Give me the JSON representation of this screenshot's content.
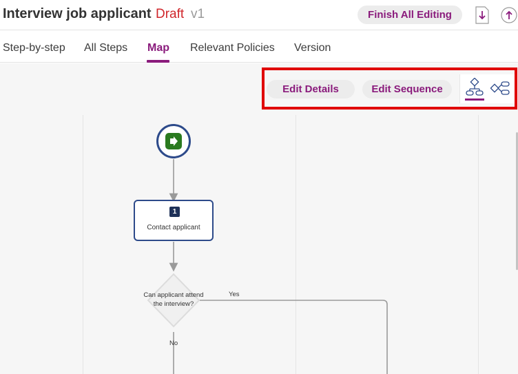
{
  "header": {
    "title": "Interview job applicant",
    "status": "Draft",
    "version": "v1",
    "finish_label": "Finish All Editing",
    "download_icon": "download-icon",
    "upload_icon": "upload-icon"
  },
  "tabs": [
    {
      "label": "Step-by-step",
      "active": false
    },
    {
      "label": "All Steps",
      "active": false
    },
    {
      "label": "Map",
      "active": true
    },
    {
      "label": "Relevant Policies",
      "active": false
    },
    {
      "label": "Version",
      "active": false
    }
  ],
  "toolbar": {
    "edit_details_label": "Edit Details",
    "edit_sequence_label": "Edit Sequence",
    "views": [
      {
        "icon": "tree-view-icon",
        "active": true
      },
      {
        "icon": "flow-view-icon",
        "active": false
      }
    ]
  },
  "map": {
    "start_icon": "start-arrow-icon",
    "steps": [
      {
        "number": "1",
        "label": "Contact applicant"
      }
    ],
    "decision": {
      "question": "Can applicant attend the interview?",
      "yes_label": "Yes",
      "no_label": "No"
    }
  },
  "colors": {
    "accent": "#8a1b7c",
    "draft": "#d0262b",
    "node_border": "#2d4a8a",
    "start_fill": "#2a7a1f",
    "highlight": "#e00000"
  }
}
